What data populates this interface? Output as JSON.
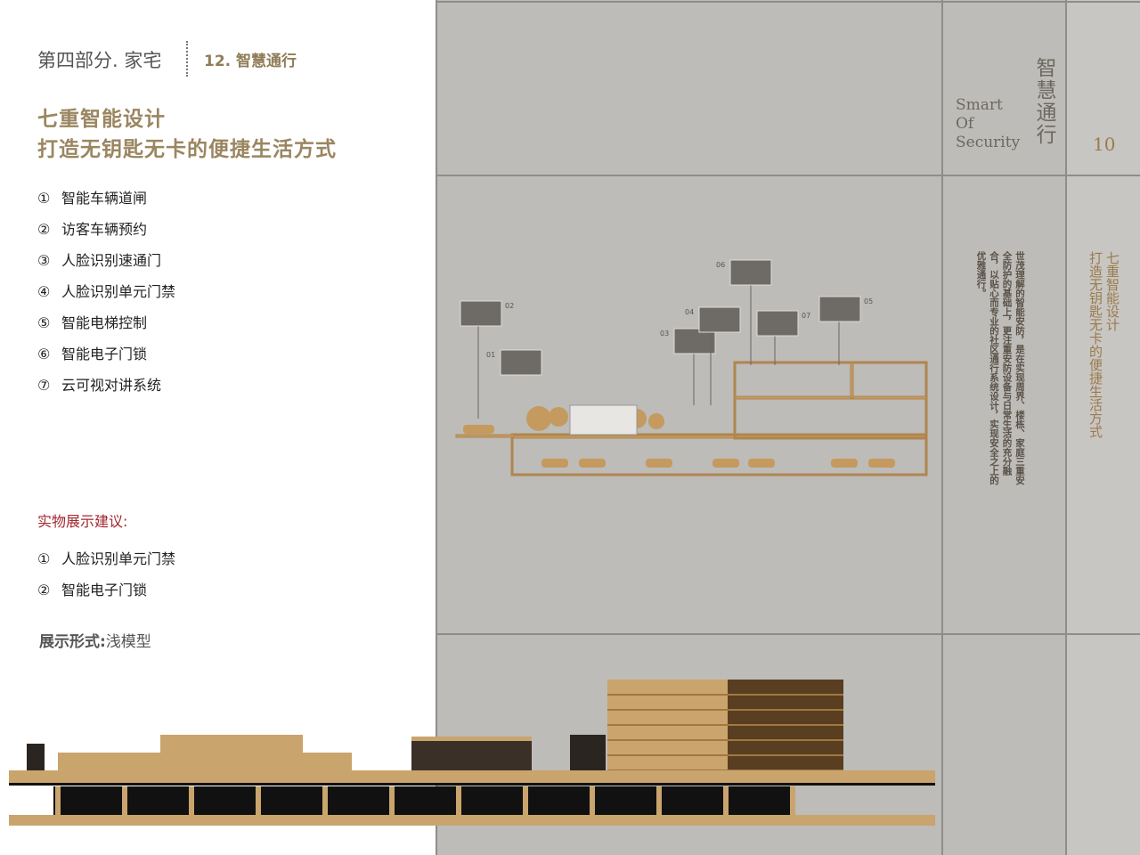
{
  "header": {
    "section": "第四部分. 家宅",
    "chapter": "12. 智慧通行"
  },
  "title": {
    "line1": "七重智能设计",
    "line2": "打造无钥匙无卡的便捷生活方式"
  },
  "features": [
    {
      "num": "①",
      "label": "智能车辆道闸"
    },
    {
      "num": "②",
      "label": "访客车辆预约"
    },
    {
      "num": "③",
      "label": "人脸识别速通门"
    },
    {
      "num": "④",
      "label": "人脸识别单元门禁"
    },
    {
      "num": "⑤",
      "label": "智能电梯控制"
    },
    {
      "num": "⑥",
      "label": "智能电子门锁"
    },
    {
      "num": "⑦",
      "label": "云可视对讲系统"
    }
  ],
  "display": {
    "heading": "实物展示建议:",
    "items": [
      {
        "num": "①",
        "label": "人脸识别单元门禁"
      },
      {
        "num": "②",
        "label": "智能电子门锁"
      }
    ],
    "form_label": "展示形式:",
    "form_value": "浅模型"
  },
  "side": {
    "en_lines": [
      "Smart",
      "Of",
      "Security"
    ],
    "cn_title": "智慧通行",
    "page_number": "10",
    "body": "世茂理解的智能安防，是在实现周界、楼栋、家庭三重安全防护的基础上，更注重安防设备与日常生活的充分融合，以贴心而专业的社区通行系统设计，实现安全之上的优雅通行。",
    "slogan_line1": "七重智能设计",
    "slogan_line2": "打造无钥匙无卡的便捷生活方式"
  },
  "diagram": {
    "callouts": [
      "01",
      "02",
      "03",
      "04",
      "05",
      "06",
      "07"
    ]
  },
  "colors": {
    "gold": "#9a8660",
    "panel": "#bdbcb8",
    "accent_red": "#a3282f",
    "wood": "#c49a5e"
  }
}
